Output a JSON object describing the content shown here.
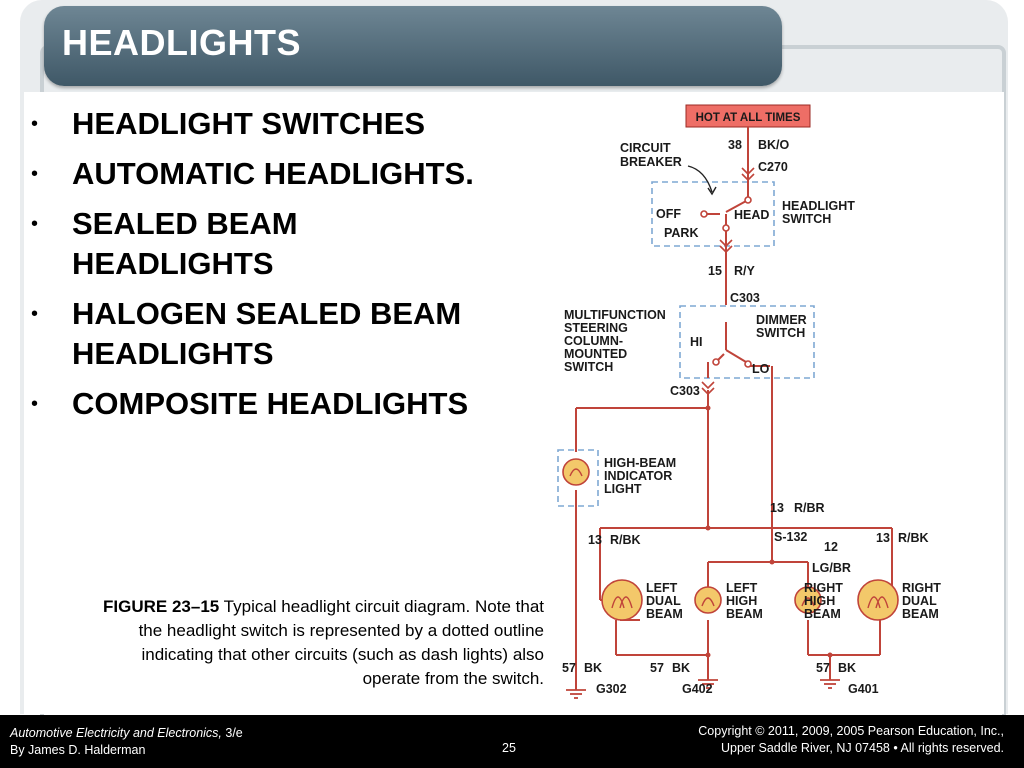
{
  "slide": {
    "title": "HEADLIGHTS",
    "bullets": [
      "HEADLIGHT SWITCHES",
      "AUTOMATIC HEADLIGHTS.",
      "SEALED BEAM HEADLIGHTS",
      "HALOGEN SEALED BEAM HEADLIGHTS",
      "COMPOSITE HEADLIGHTS"
    ],
    "caption_label": "FIGURE 23–15",
    "caption_text": " Typical headlight circuit diagram. Note that the headlight switch is represented by a dotted outline indicating that other circuits (such as dash lights) also operate from the switch."
  },
  "diagram": {
    "hot": "HOT AT ALL TIMES",
    "wire38": "38",
    "bko": "BK/O",
    "c270": "C270",
    "cb1": "CIRCUIT",
    "cb2": "BREAKER",
    "hs1": "HEADLIGHT",
    "hs2": "SWITCH",
    "off": "OFF",
    "head": "HEAD",
    "park": "PARK",
    "w15": "15",
    "ry": "R/Y",
    "c303a": "C303",
    "mf1": "MULTIFUNCTION",
    "mf2": "STEERING",
    "mf3": "COLUMN-",
    "mf4": "MOUNTED",
    "mf5": "SWITCH",
    "ds1": "DIMMER",
    "ds2": "SWITCH",
    "hi": "HI",
    "lo": "LO",
    "c303b": "C303",
    "hb1": "HIGH-BEAM",
    "hb2": "INDICATOR",
    "hb3": "LIGHT",
    "w13a": "13",
    "rbr": "R/BR",
    "s132": "S-132",
    "w13b": "13",
    "rbk1": "R/BK",
    "w13c": "13",
    "rbk2": "R/BK",
    "w12": "12",
    "lgbr": "LG/BR",
    "ld1": "LEFT",
    "ld2": "DUAL",
    "ld3": "BEAM",
    "lh1": "LEFT",
    "lh2": "HIGH",
    "lh3": "BEAM",
    "rh1": "RIGHT",
    "rh2": "HIGH",
    "rh3": "BEAM",
    "rd1": "RIGHT",
    "rd2": "DUAL",
    "rd3": "BEAM",
    "w57a": "57",
    "bk1": "BK",
    "w57b": "57",
    "bk2": "BK",
    "w57c": "57",
    "bk3": "BK",
    "g302": "G302",
    "g402": "G402",
    "g401": "G401",
    "wire_color": "#c0443a",
    "dash_color": "#7fa8d4",
    "bulb_color": "#f3c86a"
  },
  "footer": {
    "book": "Automotive Electricity and Electronics,",
    "edition": " 3/e",
    "author": "By James D. Halderman",
    "page": "25",
    "copyright1": "Copyright © 2011, 2009, 2005 Pearson Education, Inc.,",
    "copyright2": "Upper Saddle River, NJ 07458 • All rights reserved."
  }
}
